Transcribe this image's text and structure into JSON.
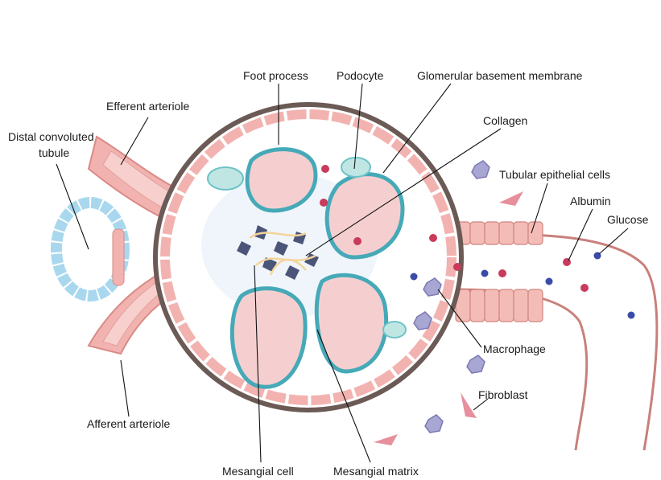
{
  "labels": {
    "foot_process": "Foot process",
    "podocyte": "Podocyte",
    "gbm": "Glomerular basement membrane",
    "efferent": "Efferent arteriole",
    "collagen": "Collagen",
    "distal_1": "Distal convoluted",
    "distal_2": "tubule",
    "tubular_epithelial": "Tubular epithelial cells",
    "albumin": "Albumin",
    "glucose": "Glucose",
    "macrophage": "Macrophage",
    "fibroblast": "Fibroblast",
    "afferent": "Afferent arteriole",
    "mesangial_cell": "Mesangial cell",
    "mesangial_matrix": "Mesangial matrix"
  },
  "colors": {
    "capsule": "#6b5a55",
    "vessel": "#f2b3b0",
    "vessel_cell": "#f7cfcc",
    "capillary": "#f5cfd0",
    "podocyte": "#6ec3c8",
    "podocyte_fill": "#bfe6e3",
    "distal_tubule": "#a9d8ee",
    "mesangial_cell": "#4a5578",
    "collagen": "#f5d49a",
    "albumin": "#c93a5b",
    "glucose": "#3a4ba8",
    "macrophage": "#a8a6d2",
    "fibroblast": "#e78f9c"
  }
}
